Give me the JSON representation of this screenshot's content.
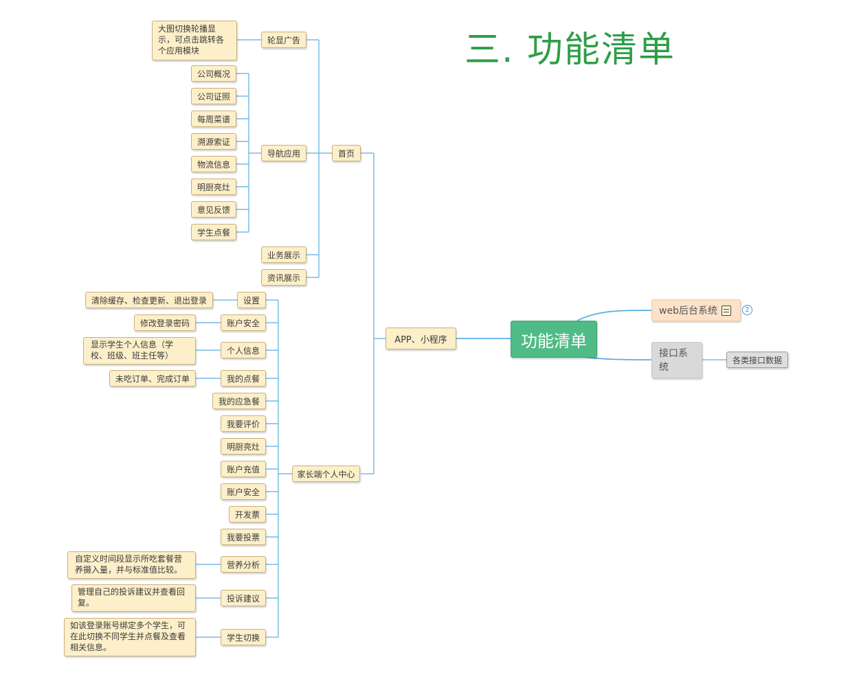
{
  "page_title": "三. 功能清单",
  "root": {
    "label": "功能清单"
  },
  "app": {
    "label": "APP、小程序",
    "home": {
      "label": "首页",
      "banner": {
        "label": "轮显广告",
        "note": "大图切换轮播显示，可点击跳转各个应用模块"
      },
      "nav": {
        "label": "导航应用",
        "items": [
          "公司概况",
          "公司证照",
          "每周菜谱",
          "溯源索证",
          "物流信息",
          "明厨亮灶",
          "意见反馈",
          "学生点餐"
        ]
      },
      "business": "业务展示",
      "news": "资讯展示"
    },
    "parent_center": {
      "label": "家长端个人中心",
      "items": [
        {
          "label": "设置",
          "note": "清除缓存、检查更新、退出登录"
        },
        {
          "label": "账户安全",
          "note": "修改登录密码"
        },
        {
          "label": "个人信息",
          "note": "显示学生个人信息（学校、班级、班主任等）"
        },
        {
          "label": "我的点餐",
          "note": "未吃订单、完成订单"
        },
        {
          "label": "我的应急餐"
        },
        {
          "label": "我要评价"
        },
        {
          "label": "明厨亮灶"
        },
        {
          "label": "账户充值"
        },
        {
          "label": "账户安全"
        },
        {
          "label": "开发票"
        },
        {
          "label": "我要投票"
        },
        {
          "label": "营养分析",
          "note": "自定义时间段显示所吃套餐营养摄入量，并与标准值比较。"
        },
        {
          "label": "投诉建议",
          "note": "管理自己的投诉建议并查看回复。"
        },
        {
          "label": "学生切换",
          "note": "如该登录账号绑定多个学生，可在此切换不同学生并点餐及查看相关信息。"
        }
      ]
    }
  },
  "web": {
    "label": "web后台系统",
    "badge": "2",
    "icon": "note-icon"
  },
  "api": {
    "label": "接口系统",
    "child": "各类接口数据"
  },
  "colors": {
    "line": "#5aaee0",
    "root": "#4fbb86",
    "title": "#2e9d48",
    "node": "#fcefc9",
    "web": "#fbe2c8"
  }
}
